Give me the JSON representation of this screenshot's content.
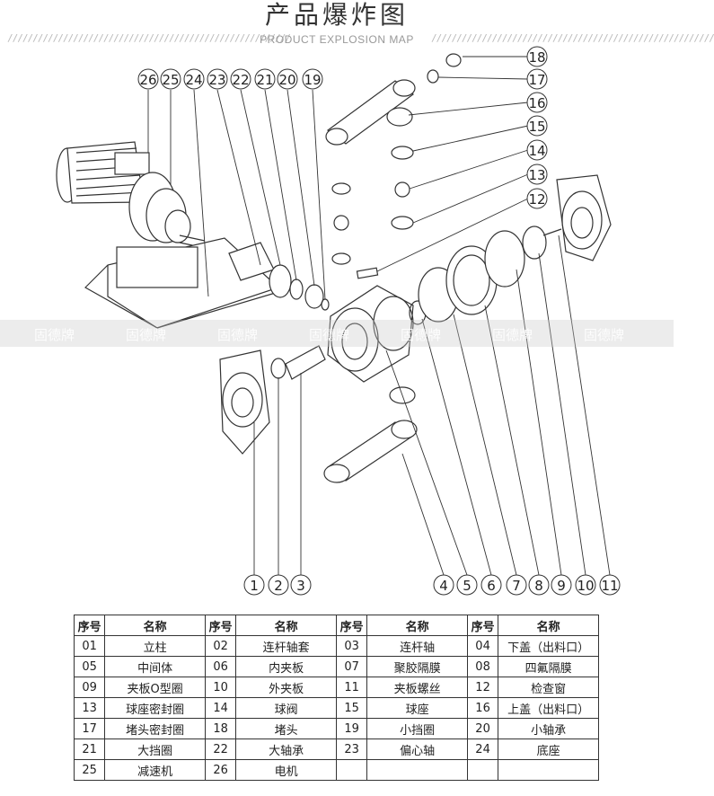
{
  "header": {
    "title": "产品爆炸图",
    "subtitle": "PRODUCT EXPLOSION MAP"
  },
  "watermark": {
    "text": "固德牌"
  },
  "callouts": {
    "top": [
      "26",
      "25",
      "24",
      "23",
      "22",
      "21",
      "20",
      "19"
    ],
    "right": [
      "18",
      "17",
      "16",
      "15",
      "14",
      "13",
      "12"
    ],
    "bottom": [
      "1",
      "2",
      "3",
      "4",
      "5",
      "6",
      "7",
      "8",
      "9",
      "10",
      "11"
    ]
  },
  "table": {
    "headers": [
      "序号",
      "名称",
      "序号",
      "名称",
      "序号",
      "名称",
      "序号",
      "名称"
    ],
    "rows": [
      [
        "01",
        "立柱",
        "02",
        "连杆轴套",
        "03",
        "连杆轴",
        "04",
        "下盖（出料口）"
      ],
      [
        "05",
        "中间体",
        "06",
        "内夹板",
        "07",
        "聚胶隔膜",
        "08",
        "四氟隔膜"
      ],
      [
        "09",
        "夹板O型圈",
        "10",
        "外夹板",
        "11",
        "夹板螺丝",
        "12",
        "检查窗"
      ],
      [
        "13",
        "球座密封圈",
        "14",
        "球阀",
        "15",
        "球座",
        "16",
        "上盖（出料口）"
      ],
      [
        "17",
        "堵头密封圈",
        "18",
        "堵头",
        "19",
        "小挡圈",
        "20",
        "小轴承"
      ],
      [
        "21",
        "大挡圈",
        "22",
        "大轴承",
        "23",
        "偏心轴",
        "24",
        "底座"
      ],
      [
        "25",
        "减速机",
        "26",
        "电机",
        "",
        "",
        "",
        ""
      ]
    ]
  }
}
